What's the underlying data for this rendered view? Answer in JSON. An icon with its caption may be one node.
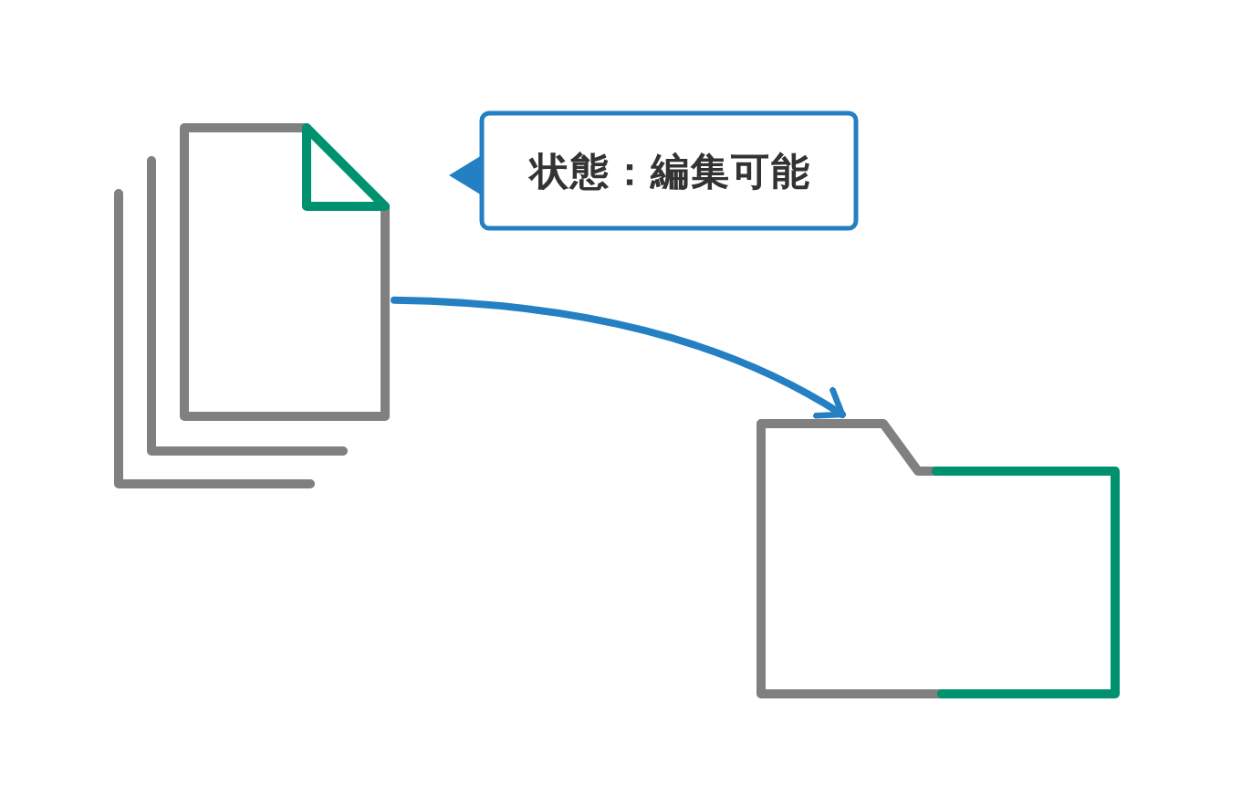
{
  "diagram": {
    "nodes": [
      {
        "text": [],
        "shape": "picture"
      },
      {
        "text": [
          "状態：編集可能"
        ]
      },
      {
        "text": [],
        "shape": "picture"
      }
    ],
    "edges": [
      {
        "from": 0,
        "to": 2,
        "arrow": "to"
      }
    ]
  }
}
